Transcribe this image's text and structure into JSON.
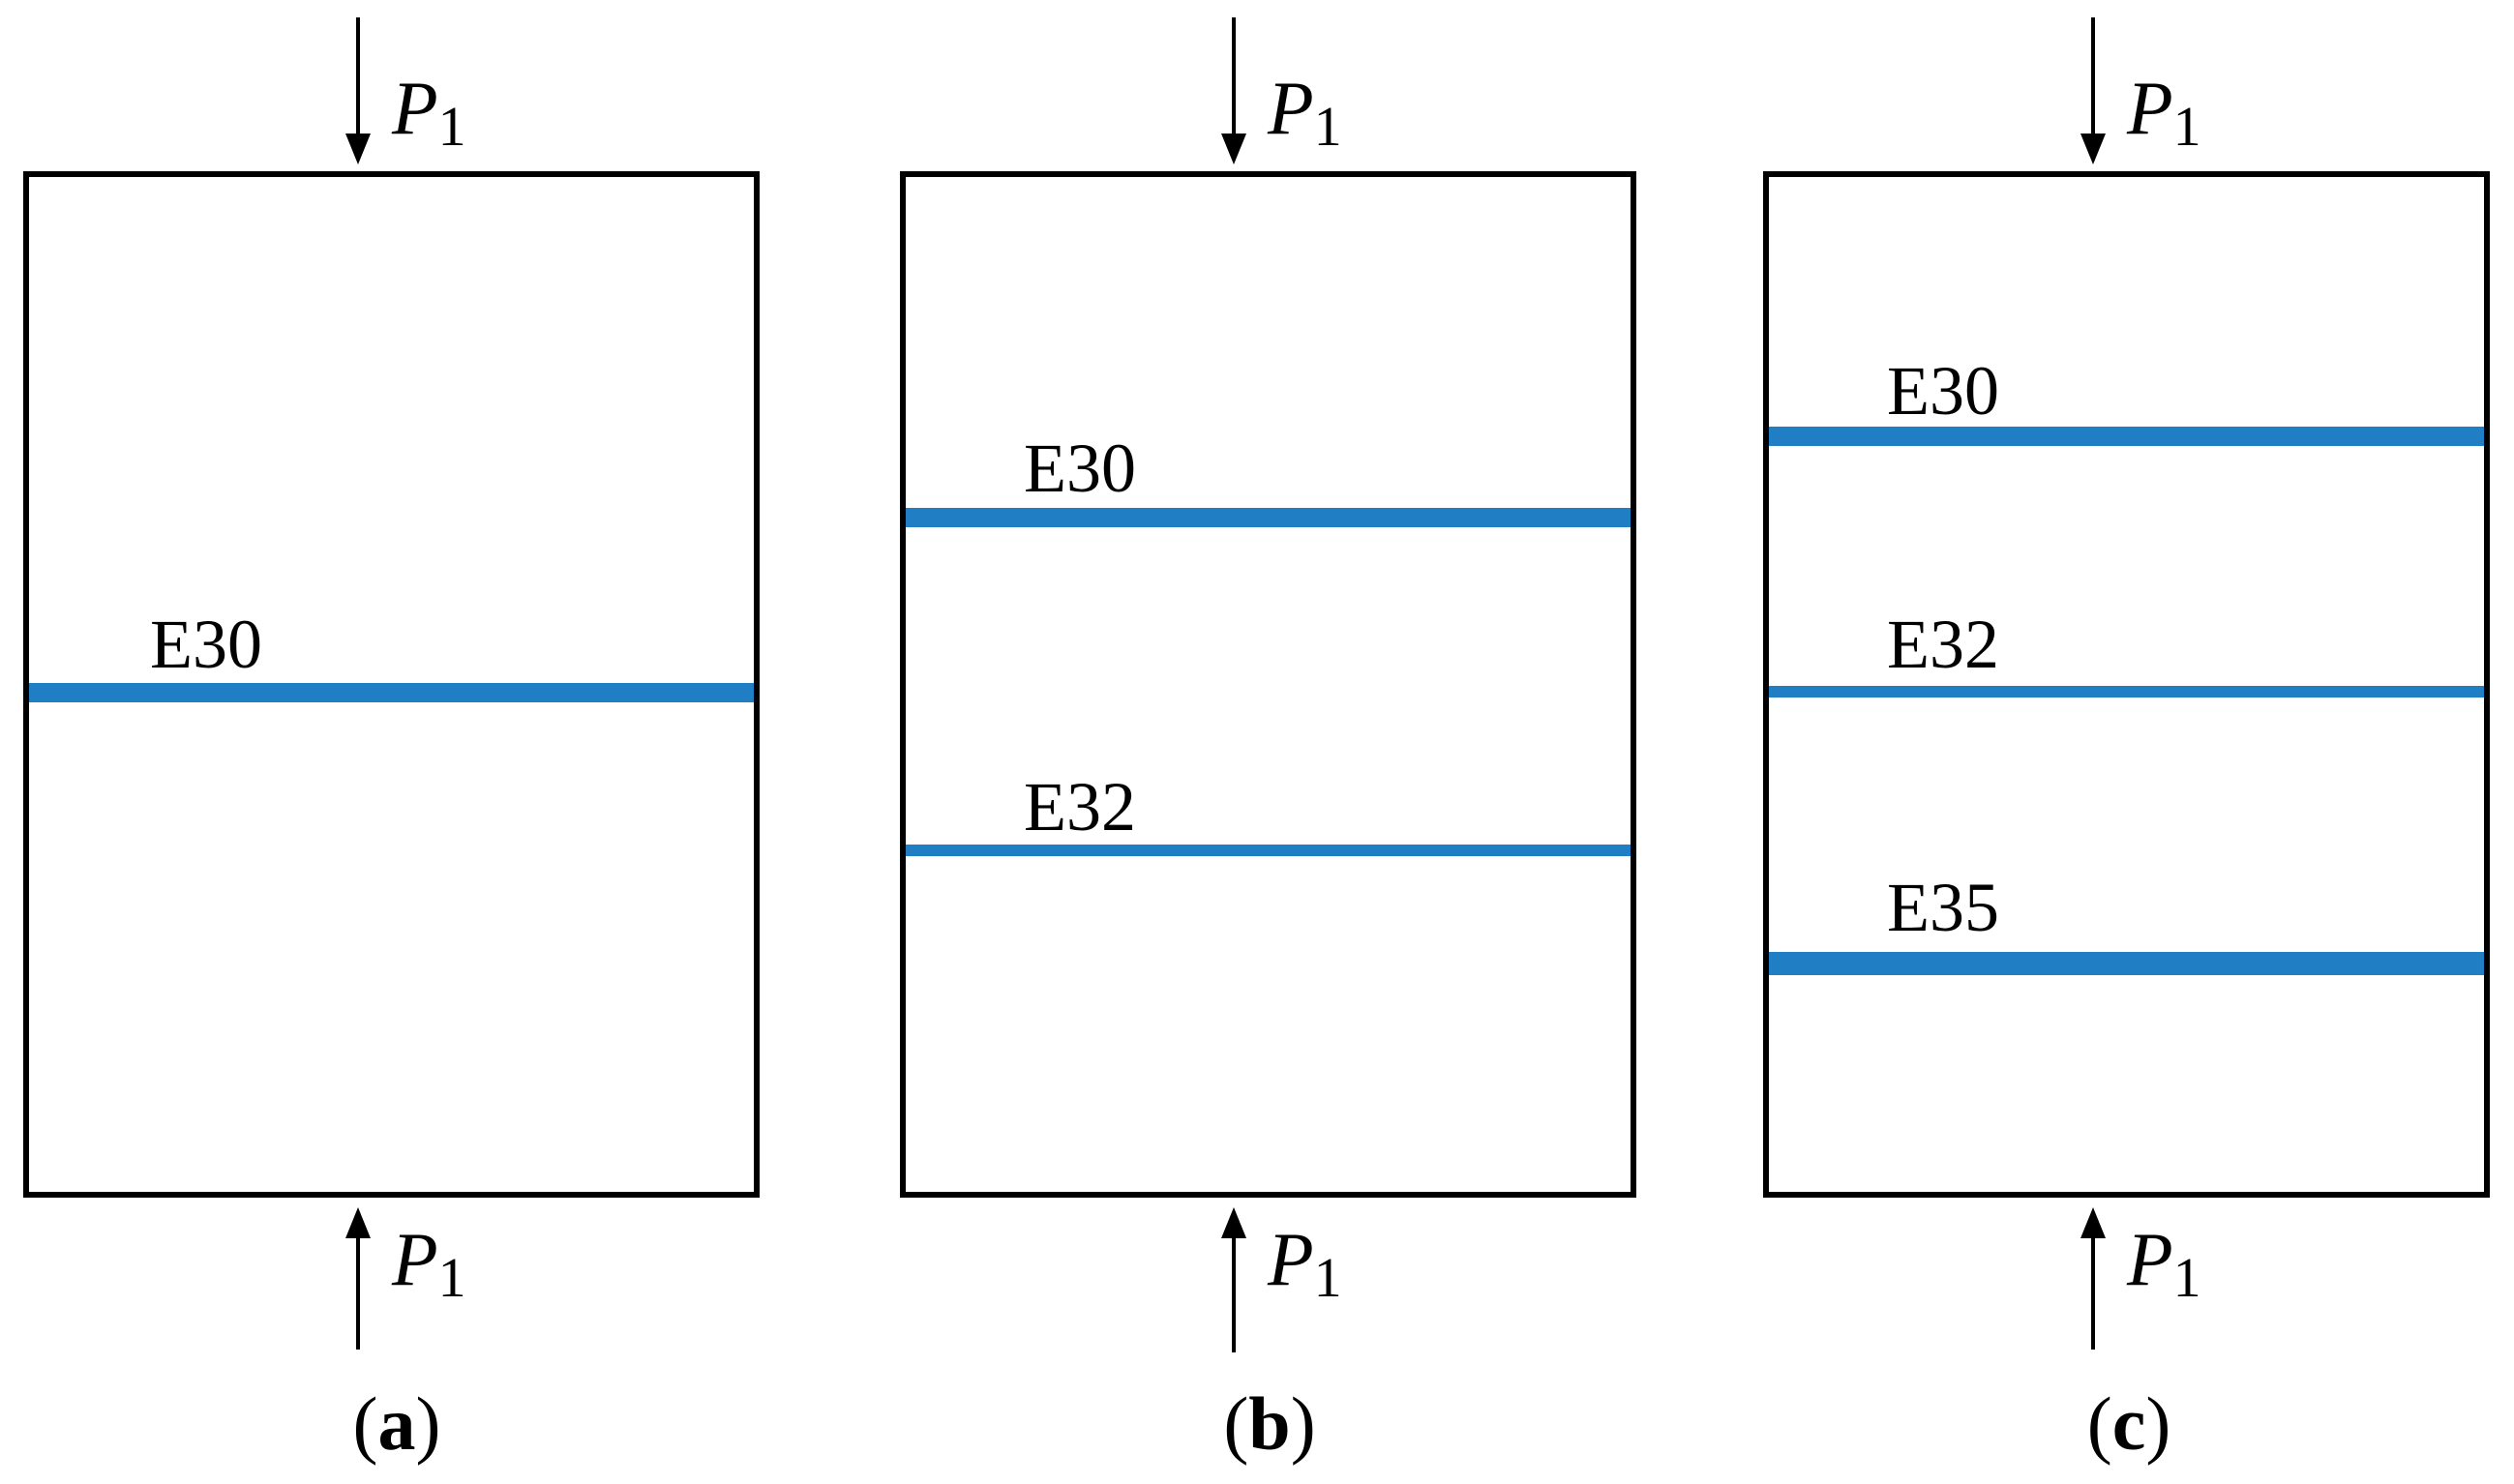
{
  "colors": {
    "outline": "#000000",
    "layer": "#1f7ec4"
  },
  "load": {
    "symbol": "P",
    "subscript": "1"
  },
  "panels": [
    {
      "caption_open": "(",
      "caption_letter": "a",
      "caption_close": ")",
      "layers": [
        {
          "label": "E30",
          "thickness": "thick"
        }
      ]
    },
    {
      "caption_open": "(",
      "caption_letter": "b",
      "caption_close": ")",
      "layers": [
        {
          "label": "E30",
          "thickness": "thick"
        },
        {
          "label": "E32",
          "thickness": "thin"
        }
      ]
    },
    {
      "caption_open": "(",
      "caption_letter": "c",
      "caption_close": ")",
      "layers": [
        {
          "label": "E30",
          "thickness": "thick"
        },
        {
          "label": "E32",
          "thickness": "thin"
        },
        {
          "label": "E35",
          "thickness": "thick"
        }
      ]
    }
  ]
}
